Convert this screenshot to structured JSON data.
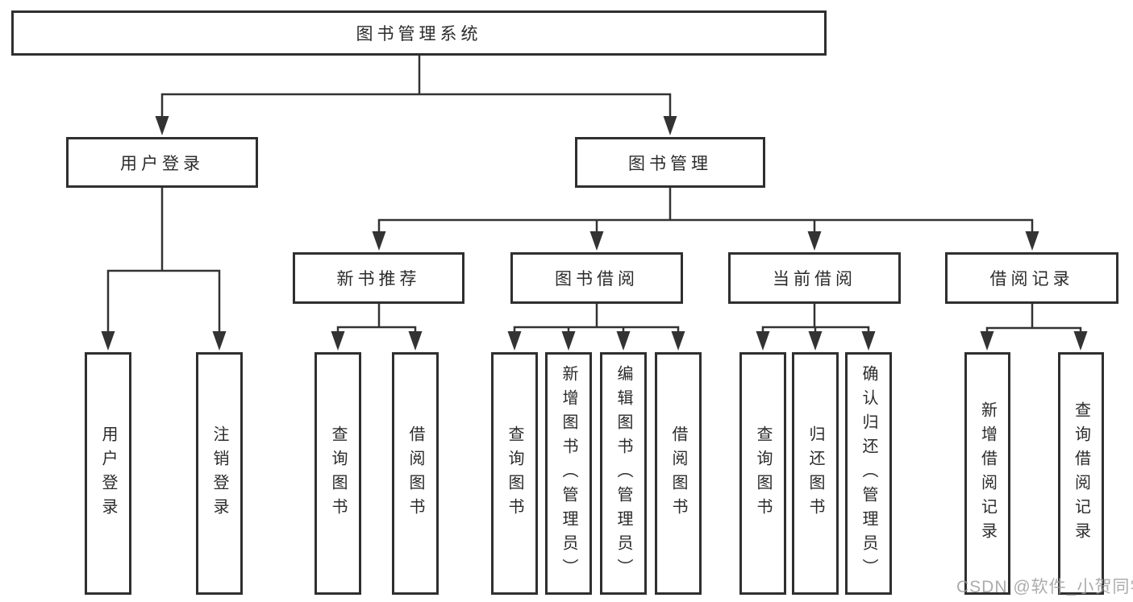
{
  "diagram": {
    "title": "图书管理系统",
    "nodes": {
      "root": "图书管理系统",
      "user_login": "用户登录",
      "book_management": "图书管理",
      "new_book_recommend": "新书推荐",
      "book_borrow": "图书借阅",
      "current_borrow": "当前借阅",
      "borrow_records": "借阅记录",
      "leaf_user_login": "用户登录",
      "leaf_logout": "注销登录",
      "leaf_query_books_recommend": "查询图书",
      "leaf_borrow_books_recommend": "借阅图书",
      "leaf_query_books_borrow": "查询图书",
      "leaf_add_books_admin": "新增图书（管理员）",
      "leaf_edit_books_admin": "编辑图书（管理员）",
      "leaf_borrow_books_borrow": "借阅图书",
      "leaf_query_books_current": "查询图书",
      "leaf_return_books": "归还图书",
      "leaf_confirm_return_admin": "确认归还（管理员）",
      "leaf_add_borrow_record": "新增借阅记录",
      "leaf_query_borrow_record": "查询借阅记录"
    },
    "hierarchy": {
      "图书管理系统": {
        "用户登录": [
          "用户登录",
          "注销登录"
        ],
        "图书管理": {
          "新书推荐": [
            "查询图书",
            "借阅图书"
          ],
          "图书借阅": [
            "查询图书",
            "新增图书（管理员）",
            "编辑图书（管理员）",
            "借阅图书"
          ],
          "当前借阅": [
            "查询图书",
            "归还图书",
            "确认归还（管理员）"
          ],
          "借阅记录": [
            "新增借阅记录",
            "查询借阅记录"
          ]
        }
      }
    },
    "colors": {
      "line": "#333333",
      "box_border": "#2f2f2f",
      "box_fill": "#ffffff",
      "text": "#2b2b2b",
      "watermark": "#9e9e9e",
      "background": "#ffffff"
    }
  },
  "watermark": {
    "text": "CSDN @软件_小贺同学"
  }
}
